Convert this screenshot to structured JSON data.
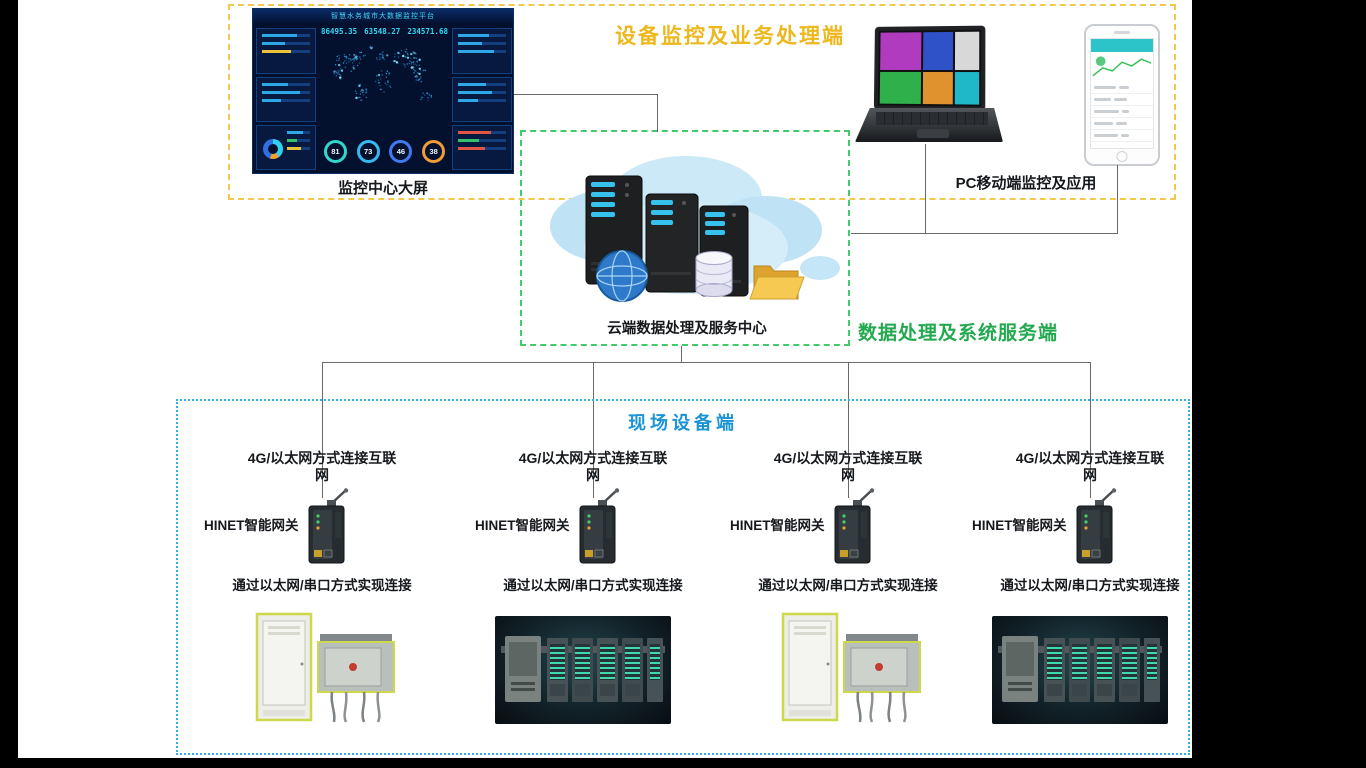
{
  "colors": {
    "top_section_border": "#f2c94c",
    "top_section_title": "#edb81e",
    "cloud_section_border": "#41c96b",
    "cloud_side_label": "#23a94f",
    "field_section_border": "#35aee3",
    "field_section_title": "#1b94d5",
    "connector_line": "#6a6a6a"
  },
  "top_section": {
    "title": "设备监控及业务处理端",
    "monitor_wall_label": "监控中心大屏",
    "pc_mobile_label": "PC移动端监控及应用",
    "dashboard": {
      "title": "智慧水务城市大数据监控平台",
      "stat_values": [
        "86495.35",
        "63548.27",
        "234571.68"
      ],
      "gauge_values": [
        "81",
        "73",
        "46",
        "38"
      ]
    }
  },
  "cloud_section": {
    "center_label": "云端数据处理及服务中心",
    "side_label": "数据处理及系统服务端"
  },
  "field_section": {
    "title": "现场设备端",
    "columns": [
      {
        "uplink_label": "4G/以太网方式连接互联网",
        "gateway_label": "HINET智能网关",
        "link_label": "通过以太网/串口方式实现连接",
        "device_kind": "cabinet"
      },
      {
        "uplink_label": "4G/以太网方式连接互联网",
        "gateway_label": "HINET智能网关",
        "link_label": "通过以太网/串口方式实现连接",
        "device_kind": "plc"
      },
      {
        "uplink_label": "4G/以太网方式连接互联网",
        "gateway_label": "HINET智能网关",
        "link_label": "通过以太网/串口方式实现连接",
        "device_kind": "cabinet"
      },
      {
        "uplink_label": "4G/以太网方式连接互联网",
        "gateway_label": "HINET智能网关",
        "link_label": "通过以太网/串口方式实现连接",
        "device_kind": "plc"
      }
    ]
  }
}
